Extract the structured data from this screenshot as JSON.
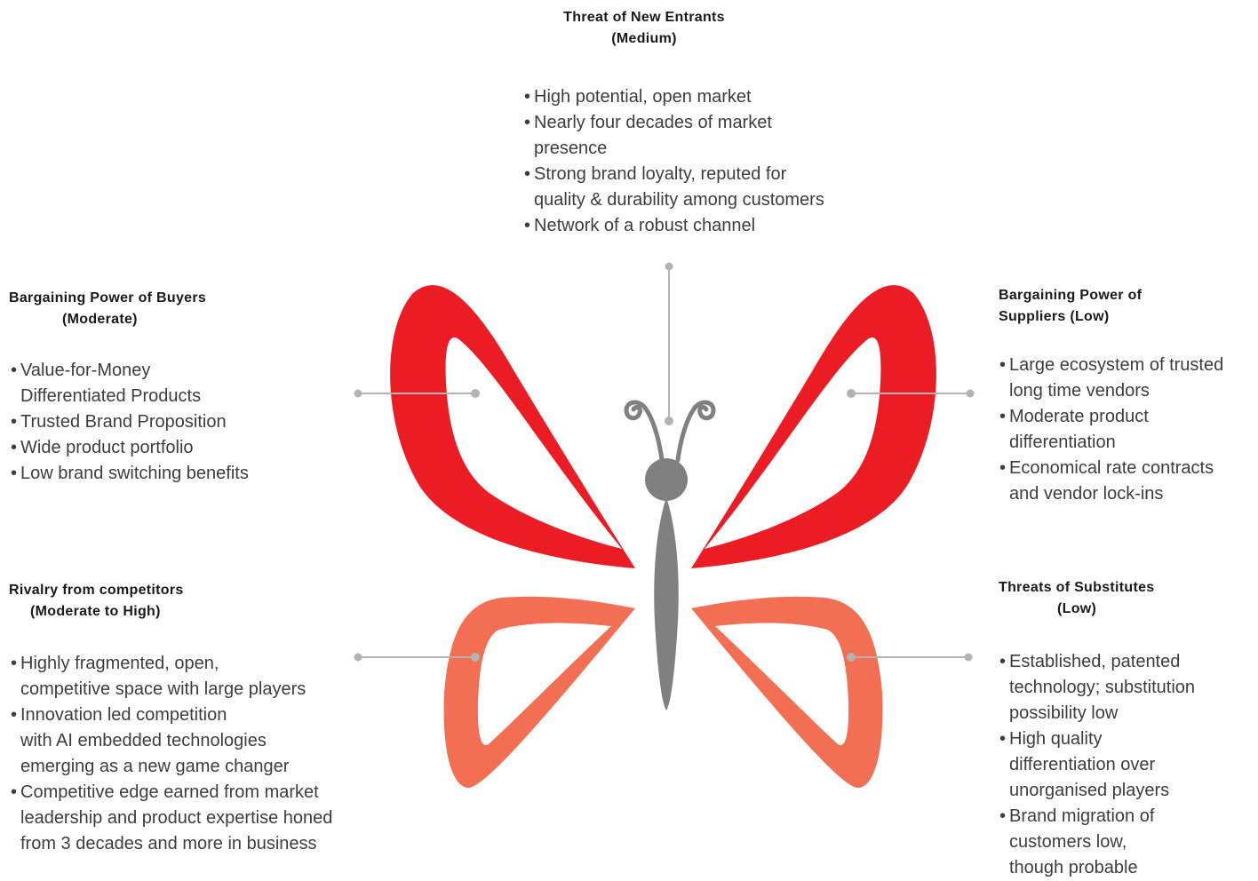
{
  "colors": {
    "upper_wing": "#ec1c24",
    "lower_wing": "#f26f53",
    "body": "#808080",
    "connector": "#b3b3b3"
  },
  "top": {
    "heading": [
      "Threat of New Entrants",
      "(Medium)"
    ],
    "bullets": [
      [
        "High potential, open market"
      ],
      [
        "Nearly four decades of market",
        "presence"
      ],
      [
        "Strong brand loyalty, reputed for",
        "quality & durability among customers"
      ],
      [
        "Network of a robust channel"
      ]
    ]
  },
  "buyers": {
    "heading": [
      "Bargaining Power of Buyers",
      "(Moderate)"
    ],
    "bullets": [
      [
        "Value-for-Money",
        "Differentiated Products"
      ],
      [
        "Trusted Brand Proposition"
      ],
      [
        "Wide product portfolio"
      ],
      [
        "Low brand switching benefits"
      ]
    ]
  },
  "suppliers": {
    "heading": [
      "Bargaining Power of",
      "Suppliers (Low)"
    ],
    "bullets": [
      [
        "Large ecosystem of trusted",
        "long time vendors"
      ],
      [
        "Moderate product",
        "differentiation"
      ],
      [
        "Economical rate contracts",
        "and vendor lock-ins"
      ]
    ]
  },
  "rivalry": {
    "heading": [
      "Rivalry from competitors",
      "(Moderate to High)"
    ],
    "bullets": [
      [
        "Highly fragmented, open,",
        "competitive space with large players"
      ],
      [
        "Innovation led competition",
        "with AI embedded technologies",
        "emerging as a new game changer"
      ],
      [
        " Competitive edge earned from market",
        "leadership and product expertise honed",
        "from 3 decades and more in business"
      ]
    ]
  },
  "substitutes": {
    "heading": [
      "Threats of Substitutes",
      "(Low)"
    ],
    "bullets": [
      [
        "Established, patented",
        "technology; substitution",
        "possibility low"
      ],
      [
        "High quality",
        "differentiation over",
        "unorganised players"
      ],
      [
        "Brand migration of",
        "customers low,",
        "though probable"
      ]
    ]
  }
}
